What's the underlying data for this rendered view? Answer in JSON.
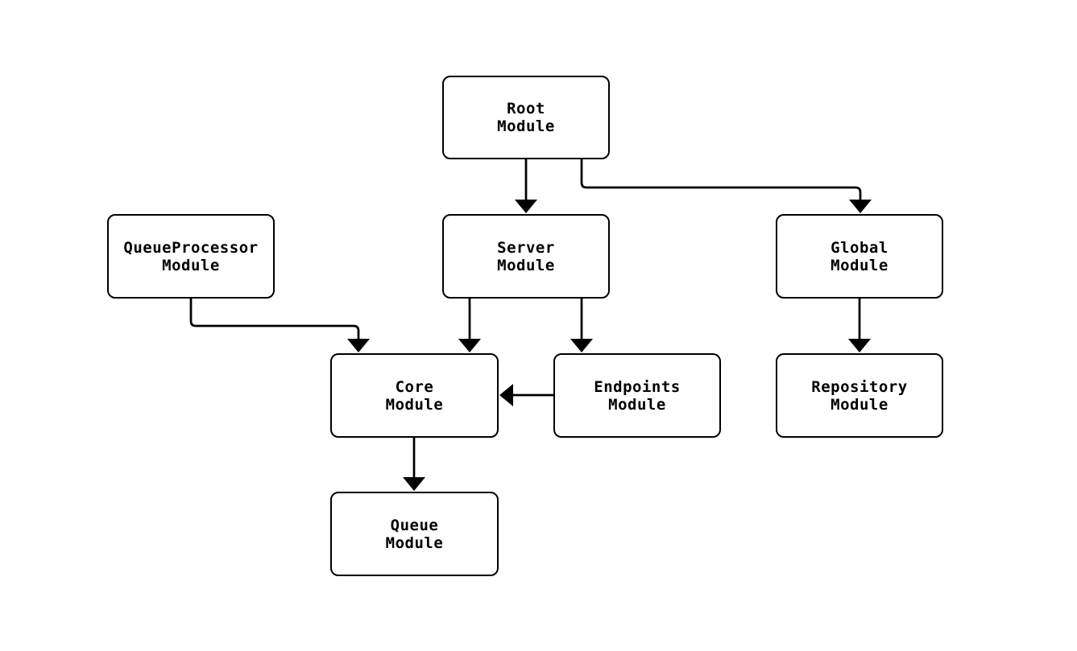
{
  "diagram": {
    "type": "module-dependency-flowchart",
    "background_color": "#ffffff",
    "node_fill_color": "#ffffff",
    "node_border_color": "#000000",
    "edge_color": "#000000",
    "text_color": "#000000",
    "nodes": [
      {
        "id": "root",
        "label": "Root\nModule"
      },
      {
        "id": "queueprocessor",
        "label": "QueueProcessor\nModule"
      },
      {
        "id": "server",
        "label": "Server\nModule"
      },
      {
        "id": "global",
        "label": "Global\nModule"
      },
      {
        "id": "core",
        "label": "Core\nModule"
      },
      {
        "id": "endpoints",
        "label": "Endpoints\nModule"
      },
      {
        "id": "repository",
        "label": "Repository\nModule"
      },
      {
        "id": "queue",
        "label": "Queue\nModule"
      }
    ],
    "edges": [
      {
        "from": "root",
        "to": "server"
      },
      {
        "from": "root",
        "to": "global"
      },
      {
        "from": "queueprocessor",
        "to": "core"
      },
      {
        "from": "server",
        "to": "core"
      },
      {
        "from": "server",
        "to": "endpoints"
      },
      {
        "from": "endpoints",
        "to": "core"
      },
      {
        "from": "core",
        "to": "queue"
      },
      {
        "from": "global",
        "to": "repository"
      }
    ]
  }
}
